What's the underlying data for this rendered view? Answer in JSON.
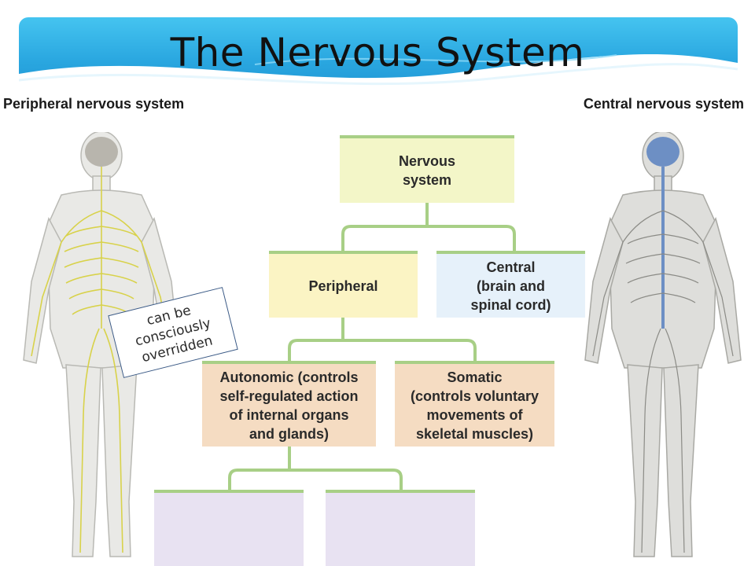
{
  "title": "The Nervous System",
  "headings": {
    "peripheral": "Peripheral nervous system",
    "central": "Central nervous system"
  },
  "flowchart": {
    "nervous_system": "Nervous\nsystem",
    "peripheral": "Peripheral",
    "central": "Central\n(brain and\nspinal cord)",
    "autonomic": "Autonomic (controls\nself-regulated action\nof internal organs\nand glands)",
    "somatic": "Somatic\n(controls voluntary\nmovements of\nskeletal muscles)",
    "empty_left": "",
    "empty_right": ""
  },
  "callout": "can be\nconsciously\noverridden",
  "colors": {
    "banner": "#2aa7e0",
    "connector": "#a8cf86",
    "nerves_peripheral": "#d8d24a",
    "nerves_central": "#6d8fc4",
    "callout_border": "#3b5a86"
  },
  "icons": {
    "left_figure": "human-body-peripheral-nerves",
    "right_figure": "human-body-central-nerves"
  }
}
